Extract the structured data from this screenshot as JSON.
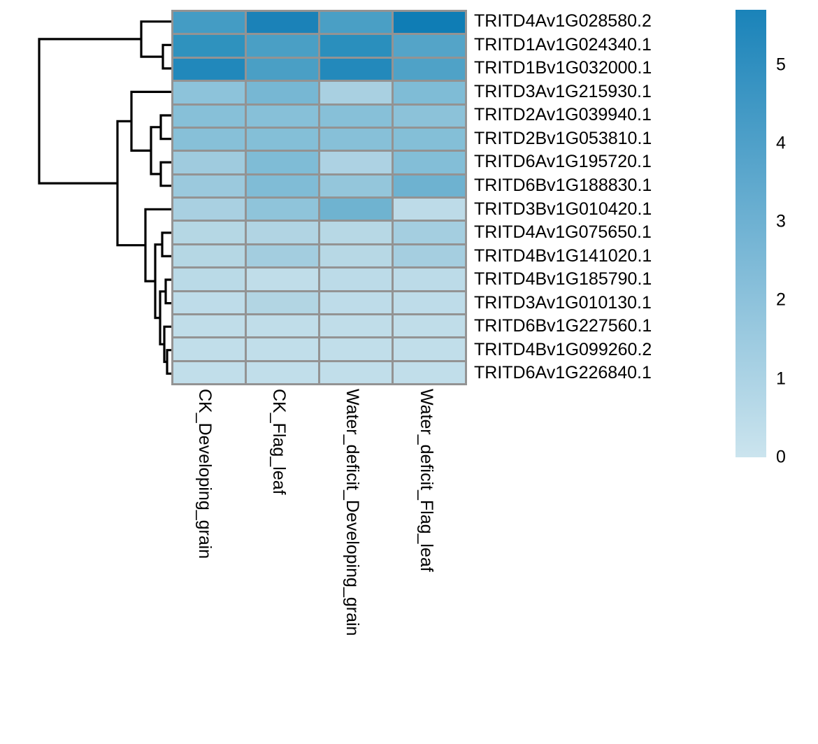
{
  "figure": {
    "type": "clustered-heatmap",
    "background": "#ffffff",
    "cell_border_color": "#939393"
  },
  "chart_data": {
    "type": "heatmap",
    "title": "",
    "xlabel": "",
    "ylabel": "",
    "categories": [
      "CK_Developing_grain",
      "CK_Flag_leaf",
      "Water_deficit_Developing_grain",
      "Water_deficit_Flag_leaf"
    ],
    "rows": [
      "TRITD4Av1G028580.2",
      "TRITD1Av1G024340.1",
      "TRITD1Bv1G032000.1",
      "TRITD3Av1G215930.1",
      "TRITD2Av1G039940.1",
      "TRITD2Bv1G053810.1",
      "TRITD6Av1G195720.1",
      "TRITD6Bv1G188830.1",
      "TRITD3Bv1G010420.1",
      "TRITD4Av1G075650.1",
      "TRITD4Bv1G141020.1",
      "TRITD4Bv1G185790.1",
      "TRITD3Av1G010130.1",
      "TRITD6Bv1G227560.1",
      "TRITD4Bv1G099260.2",
      "TRITD6Av1G226840.1"
    ],
    "values": [
      [
        3.95,
        4.85,
        3.9,
        5.1
      ],
      [
        4.45,
        3.9,
        4.55,
        3.85
      ],
      [
        4.7,
        3.95,
        4.65,
        3.9
      ],
      [
        2.55,
        3.25,
        1.9,
        3.05
      ],
      [
        2.45,
        2.45,
        2.4,
        2.45
      ],
      [
        2.45,
        2.45,
        2.4,
        2.45
      ],
      [
        2.05,
        2.7,
        1.75,
        2.7
      ],
      [
        2.05,
        2.65,
        2.1,
        3.1
      ],
      [
        1.8,
        2.35,
        3.0,
        1.25
      ],
      [
        1.35,
        1.45,
        1.25,
        1.7
      ],
      [
        1.3,
        1.8,
        1.25,
        1.75
      ],
      [
        1.2,
        1.05,
        1.15,
        1.15
      ],
      [
        1.05,
        1.4,
        1.05,
        1.05
      ],
      [
        0.95,
        0.95,
        0.95,
        0.95
      ],
      [
        0.9,
        0.9,
        0.9,
        0.9
      ],
      [
        0.9,
        0.9,
        0.9,
        0.9
      ]
    ],
    "cell_colors": [
      [
        "#449cc4",
        "#1b82b8",
        "#4a9fc5",
        "#0f7db5"
      ],
      [
        "#2f92be",
        "#4a9fc5",
        "#2a8fbd",
        "#54a4c8"
      ],
      [
        "#2188bb",
        "#4a9fc5",
        "#2389bb",
        "#4fa2c7"
      ],
      [
        "#8dc3da",
        "#77b7d3",
        "#a9d0e1",
        "#7fbcd6"
      ],
      [
        "#87c0d8",
        "#87c0d8",
        "#87c0d8",
        "#8cc2d9"
      ],
      [
        "#87c0d8",
        "#84bfd7",
        "#87c0d8",
        "#84bfd7"
      ],
      [
        "#9fcbde",
        "#7fbcd6",
        "#add2e3",
        "#83bed7"
      ],
      [
        "#9bc9dd",
        "#80bcd6",
        "#94c6db",
        "#6eb2d0"
      ],
      [
        "#a9d0e1",
        "#8fc4da",
        "#6fb3d0",
        "#bddbe8"
      ],
      [
        "#b5d7e4",
        "#b1d4e3",
        "#b7d8e5",
        "#a4cee0"
      ],
      [
        "#b5d7e4",
        "#a3cddf",
        "#b7d8e5",
        "#a5cee0"
      ],
      [
        "#badae7",
        "#c0dde9",
        "#bcdbe8",
        "#bcdbe8"
      ],
      [
        "#bedce9",
        "#b2d5e3",
        "#bedce9",
        "#bedce9"
      ],
      [
        "#c0dde9",
        "#c0dde9",
        "#c0dde9",
        "#c0dde9"
      ],
      [
        "#c1deea",
        "#c1deea",
        "#c1deea",
        "#c1deea"
      ],
      [
        "#c1deea",
        "#c1deea",
        "#c1deea",
        "#c1deea"
      ]
    ],
    "colorbar": {
      "ticks": [
        5,
        4,
        3,
        2,
        1,
        0
      ],
      "tick_labels": [
        "5",
        "4",
        "3",
        "2",
        "1",
        "0"
      ],
      "vmin": 0,
      "vmax": 5.7,
      "gradient_top_color": "#1a83b9",
      "gradient_bottom_color": "#cbe4ee",
      "orientation": "vertical",
      "position": "right"
    },
    "dendrogram": {
      "orientation": "left",
      "line_color": "#000000",
      "line_width": 3
    },
    "grid": false,
    "legend_position": "right"
  }
}
